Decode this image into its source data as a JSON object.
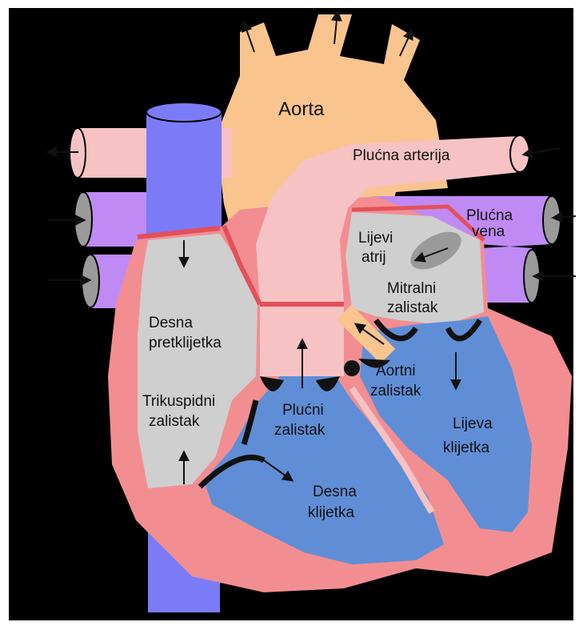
{
  "colors": {
    "frame": "#ffffff",
    "background": "#000000",
    "aorta": "#f9c48e",
    "vena_cava": "#7b7bf7",
    "pulmonary_artery": "#f7c2c4",
    "pulmonary_vein": "#c08af5",
    "heart_wall": "#f28e91",
    "atrium": "#cfcfcf",
    "ventricle": "#5f8ed6",
    "valve": "#111111",
    "wall_line": "#e3505a"
  },
  "labels": {
    "aorta": "Aorta",
    "pulmonary_artery": "Plućna arterija",
    "pulmonary_vein_1": "Plućna",
    "pulmonary_vein_2": "vena",
    "left_atrium_1": "Lijevi",
    "left_atrium_2": "atrij",
    "mitral_1": "Mitralni",
    "mitral_2": "zalistak",
    "right_atrium_1": "Desna",
    "right_atrium_2": "pretklijetka",
    "aortic_1": "Aortni",
    "aortic_2": "zalistak",
    "tricuspid_1": "Trikuspidni",
    "tricuspid_2": "zalistak",
    "pulmonary_valve_1": "Plućni",
    "pulmonary_valve_2": "zalistak",
    "left_ventricle_1": "Lijeva",
    "left_ventricle_2": "klijetka",
    "right_ventricle_1": "Desna",
    "right_ventricle_2": "klijetka"
  }
}
